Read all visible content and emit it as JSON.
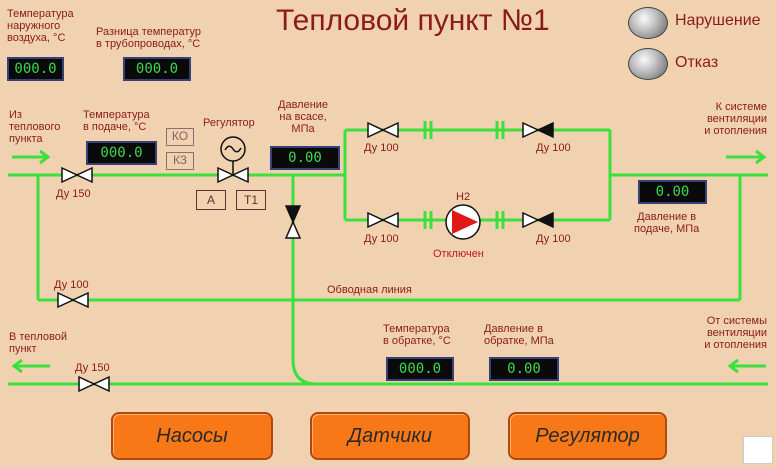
{
  "title": "Тепловой пункт №1",
  "labels": {
    "outdoor_temp": [
      "Температура",
      "наружного",
      "воздуха, °С"
    ],
    "temp_diff": [
      "Разница температур",
      "в трубопроводах, °С"
    ],
    "from_heat_point": [
      "Из",
      "теплового",
      "пункта"
    ],
    "supply_temp": [
      "Температура",
      "в подаче, °С"
    ],
    "regulator": "Регулятор",
    "suction_pressure": [
      "Давление",
      "на всасе,",
      "МПа"
    ],
    "to_system": [
      "К системе",
      "вентиляции",
      "и отопления"
    ],
    "supply_pressure": [
      "Давление в",
      "подаче, МПа"
    ],
    "bypass": "Обводная линия",
    "to_heat_point": [
      "В тепловой",
      "пункт"
    ],
    "return_temp": [
      "Температура",
      "в обратке, °С"
    ],
    "return_pressure": [
      "Давление в",
      "обратке, МПа"
    ],
    "from_system": [
      "От системы",
      "вентиляции",
      "и отопления"
    ],
    "pump_name": "Н2",
    "pump_status": "Отключен"
  },
  "valves": {
    "du150_supply": "Ду 150",
    "du100_top_left": "Ду 100",
    "du100_top_right": "Ду 100",
    "du100_bot_left": "Ду 100",
    "du100_bot_right": "Ду 100",
    "du100_bypass": "Ду 100",
    "du150_return": "Ду 150"
  },
  "displays": {
    "outdoor_temp": "000.0",
    "temp_diff": "000.0",
    "supply_temp": "000.0",
    "suction_pressure": "0.00",
    "supply_pressure": "0.00",
    "return_temp": "000.0",
    "return_pressure": "0.00"
  },
  "tags": {
    "ko": "КО",
    "kz": "КЗ",
    "a": "А",
    "t1": "Т1"
  },
  "alarms": {
    "violation": "Нарушение",
    "failure": "Отказ"
  },
  "buttons": {
    "pumps": "Насосы",
    "sensors": "Датчики",
    "regulator": "Регулятор"
  },
  "colors": {
    "background": "#f0d2b0",
    "pipe": "#3ce03c",
    "label": "#8b1a1a",
    "display_text": "#3cd84c",
    "button": "#f87818",
    "pump_red": "#e01818"
  }
}
